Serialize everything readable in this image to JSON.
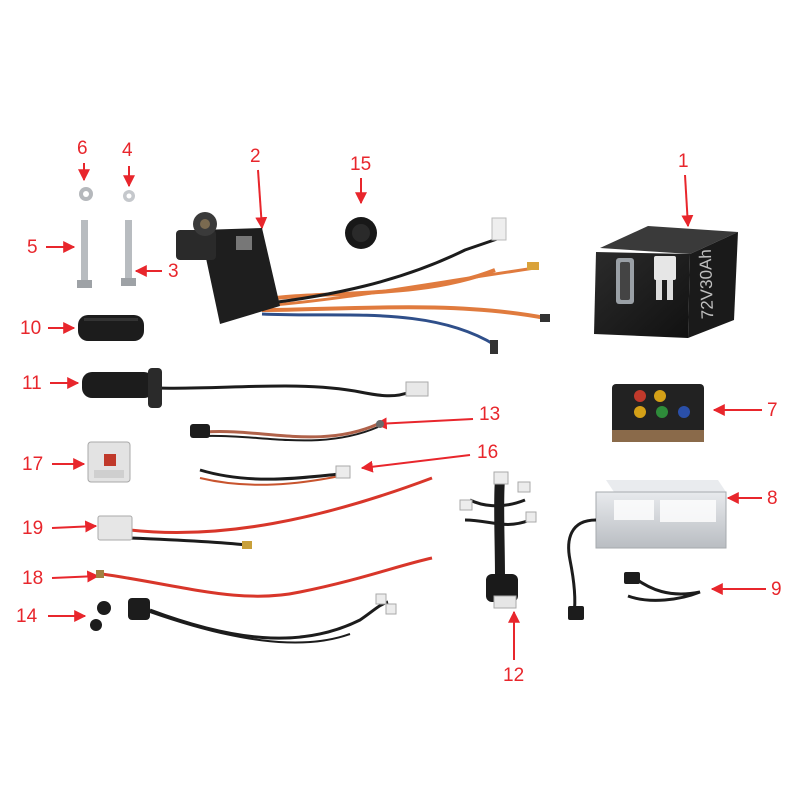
{
  "colors": {
    "callout": "#e8262c",
    "background": "#ffffff",
    "wire_red": "#d8362a",
    "wire_black": "#1c1c1c",
    "wire_orange": "#e07b3e",
    "part_black": "#1e1e1e",
    "charger_silver": "#d4d7db"
  },
  "callouts": [
    {
      "number": "1",
      "part": "battery-72v30ah"
    },
    {
      "number": "2",
      "part": "motor"
    },
    {
      "number": "3",
      "part": "bolt-short"
    },
    {
      "number": "4",
      "part": "nut-small"
    },
    {
      "number": "5",
      "part": "bolt-long"
    },
    {
      "number": "6",
      "part": "nut-flange"
    },
    {
      "number": "7",
      "part": "controller"
    },
    {
      "number": "8",
      "part": "charger"
    },
    {
      "number": "9",
      "part": "power-cord"
    },
    {
      "number": "10",
      "part": "left-grip"
    },
    {
      "number": "11",
      "part": "throttle-grip"
    },
    {
      "number": "12",
      "part": "wiring-harness"
    },
    {
      "number": "13",
      "part": "brake-cable"
    },
    {
      "number": "14",
      "part": "ignition-key-switch"
    },
    {
      "number": "15",
      "part": "button-switch"
    },
    {
      "number": "16",
      "part": "signal-cable"
    },
    {
      "number": "17",
      "part": "relay-module"
    },
    {
      "number": "18",
      "part": "red-power-lead"
    },
    {
      "number": "19",
      "part": "battery-connector-cable"
    }
  ],
  "battery": {
    "label": "72V30Ah"
  }
}
